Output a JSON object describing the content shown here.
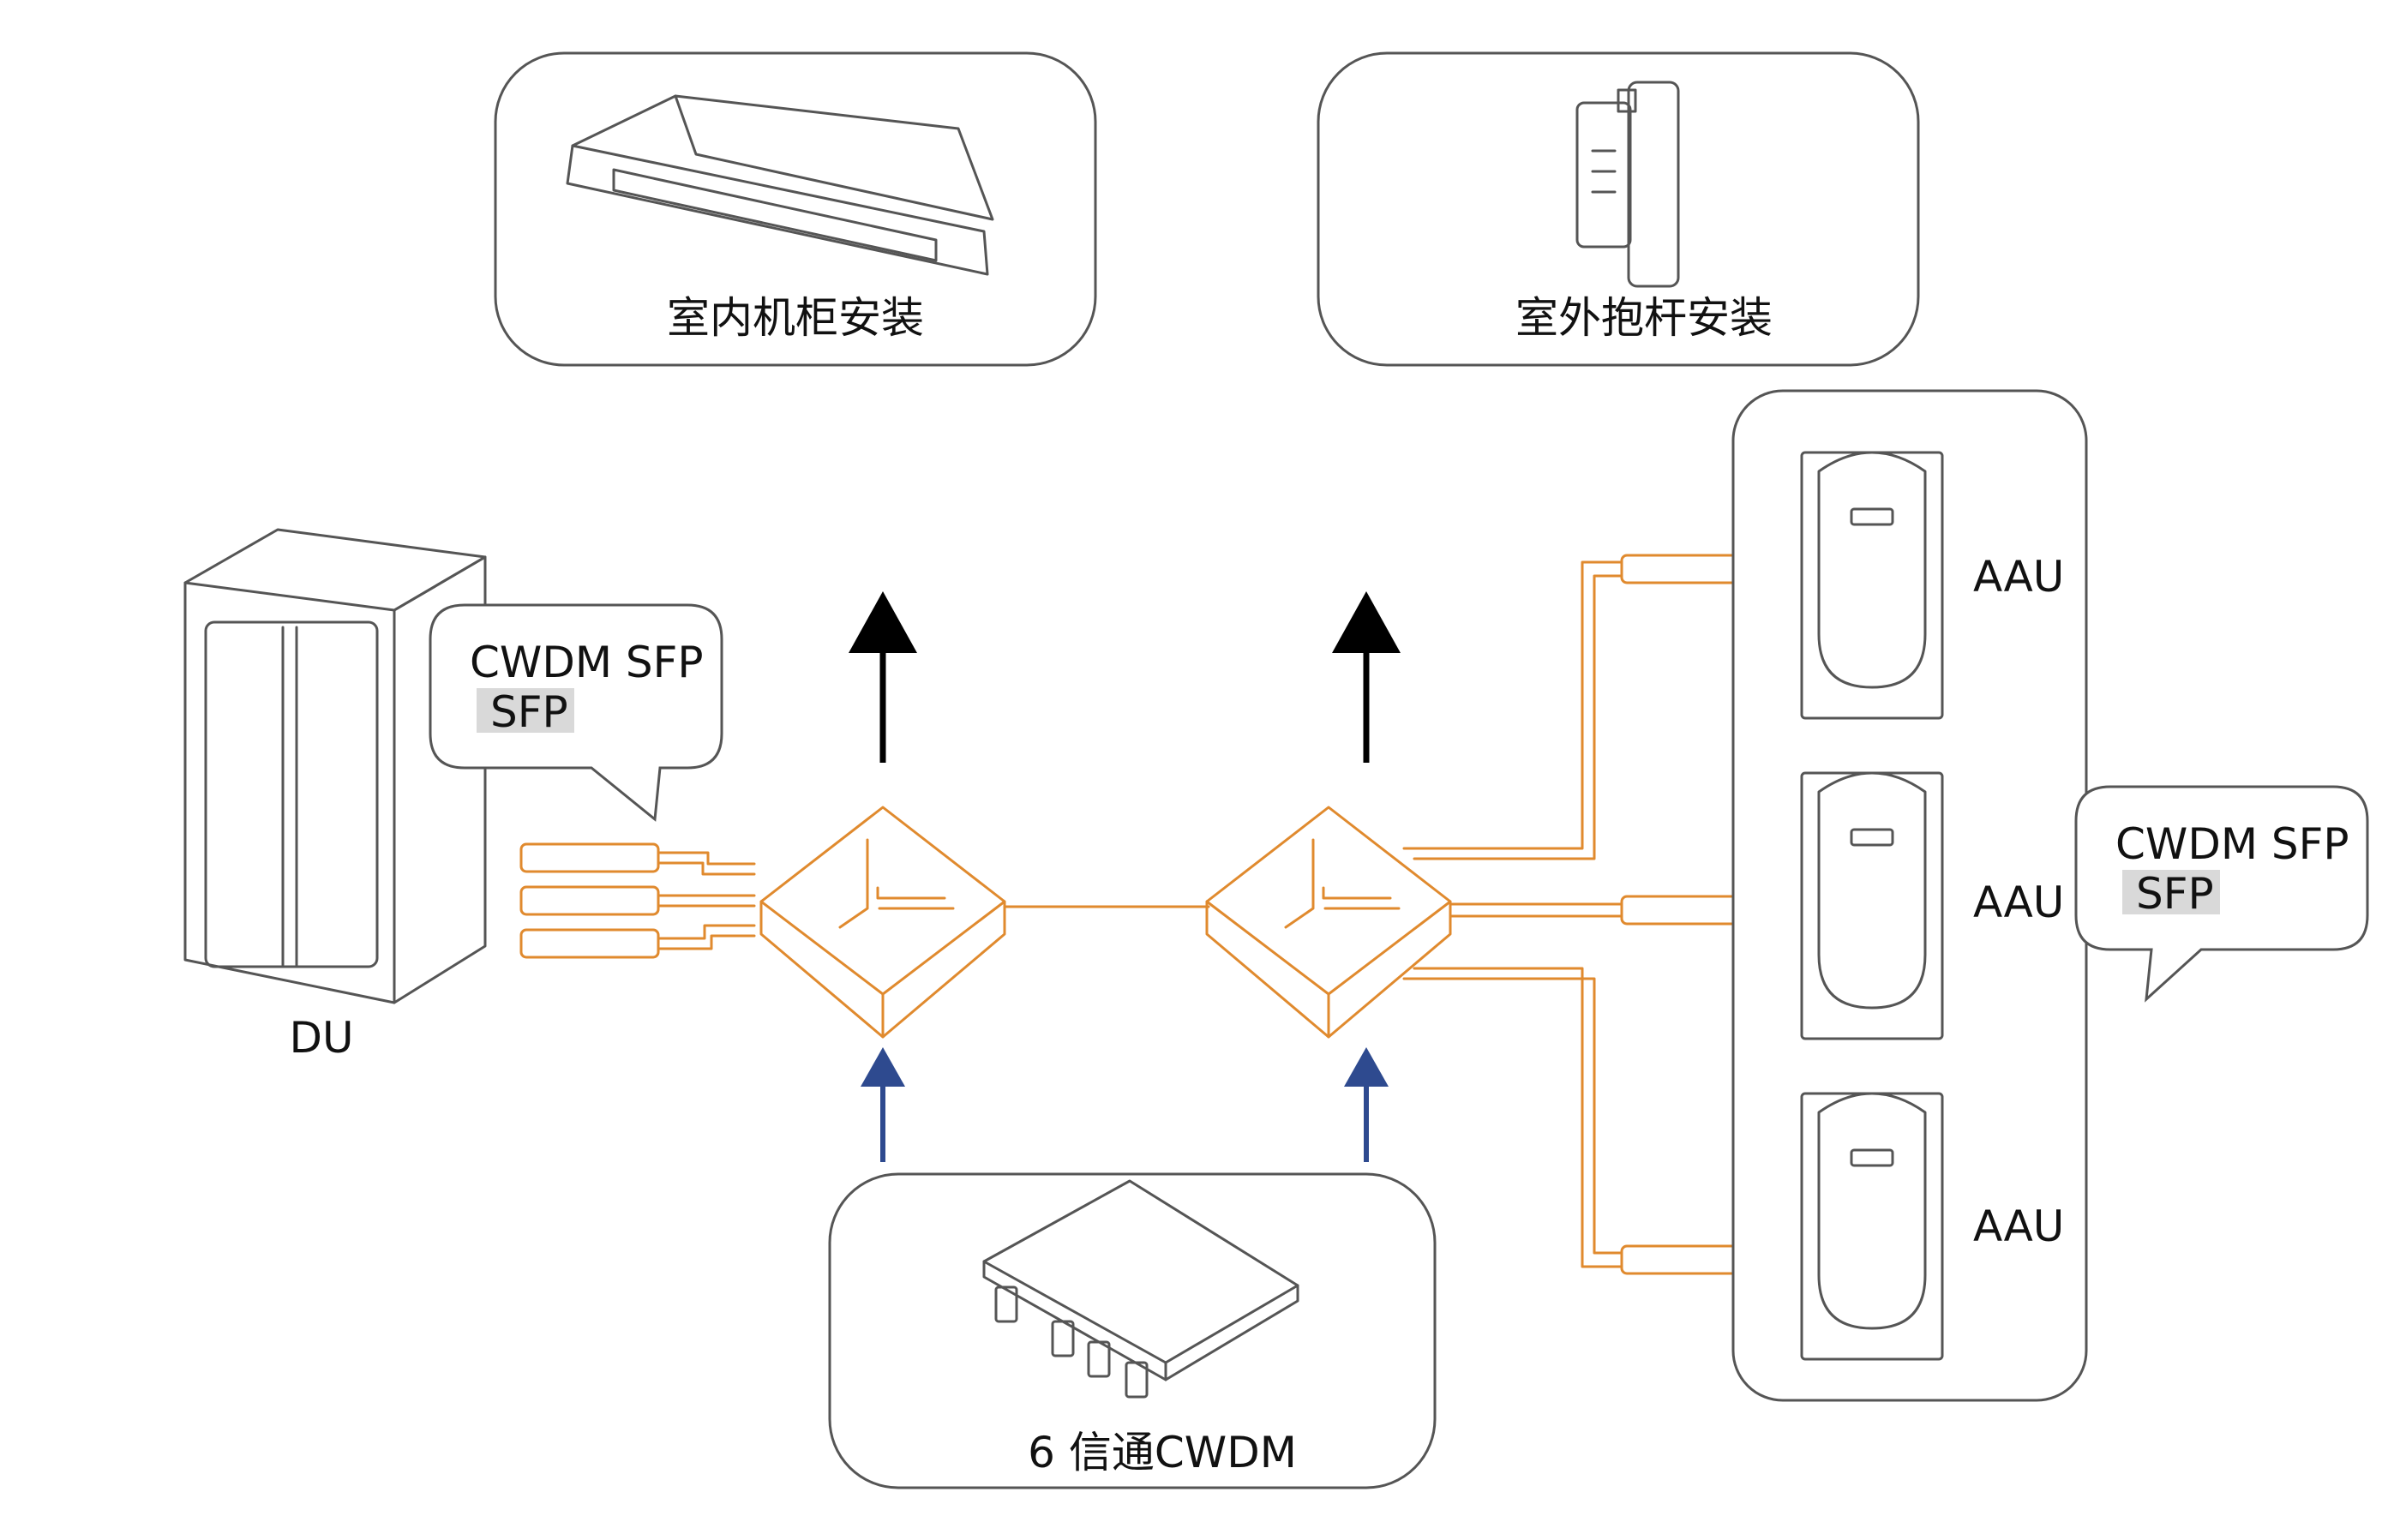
{
  "installs": {
    "indoor_label": "室内机柜安装",
    "outdoor_label": "室外抱杆安装"
  },
  "du": {
    "label": "DU"
  },
  "left_callout": {
    "line1": "CWDM SFP",
    "line2": "SFP"
  },
  "right_callout": {
    "line1": "CWDM SFP",
    "line2": "SFP"
  },
  "aau_labels": [
    "AAU",
    "AAU",
    "AAU"
  ],
  "cwdm": {
    "label": "6 信通CWDM"
  },
  "colors": {
    "fiber": "#e08a2e",
    "up_arrow": "#000000",
    "feed_arrow": "#2e4a8f",
    "outline": "#555555"
  }
}
